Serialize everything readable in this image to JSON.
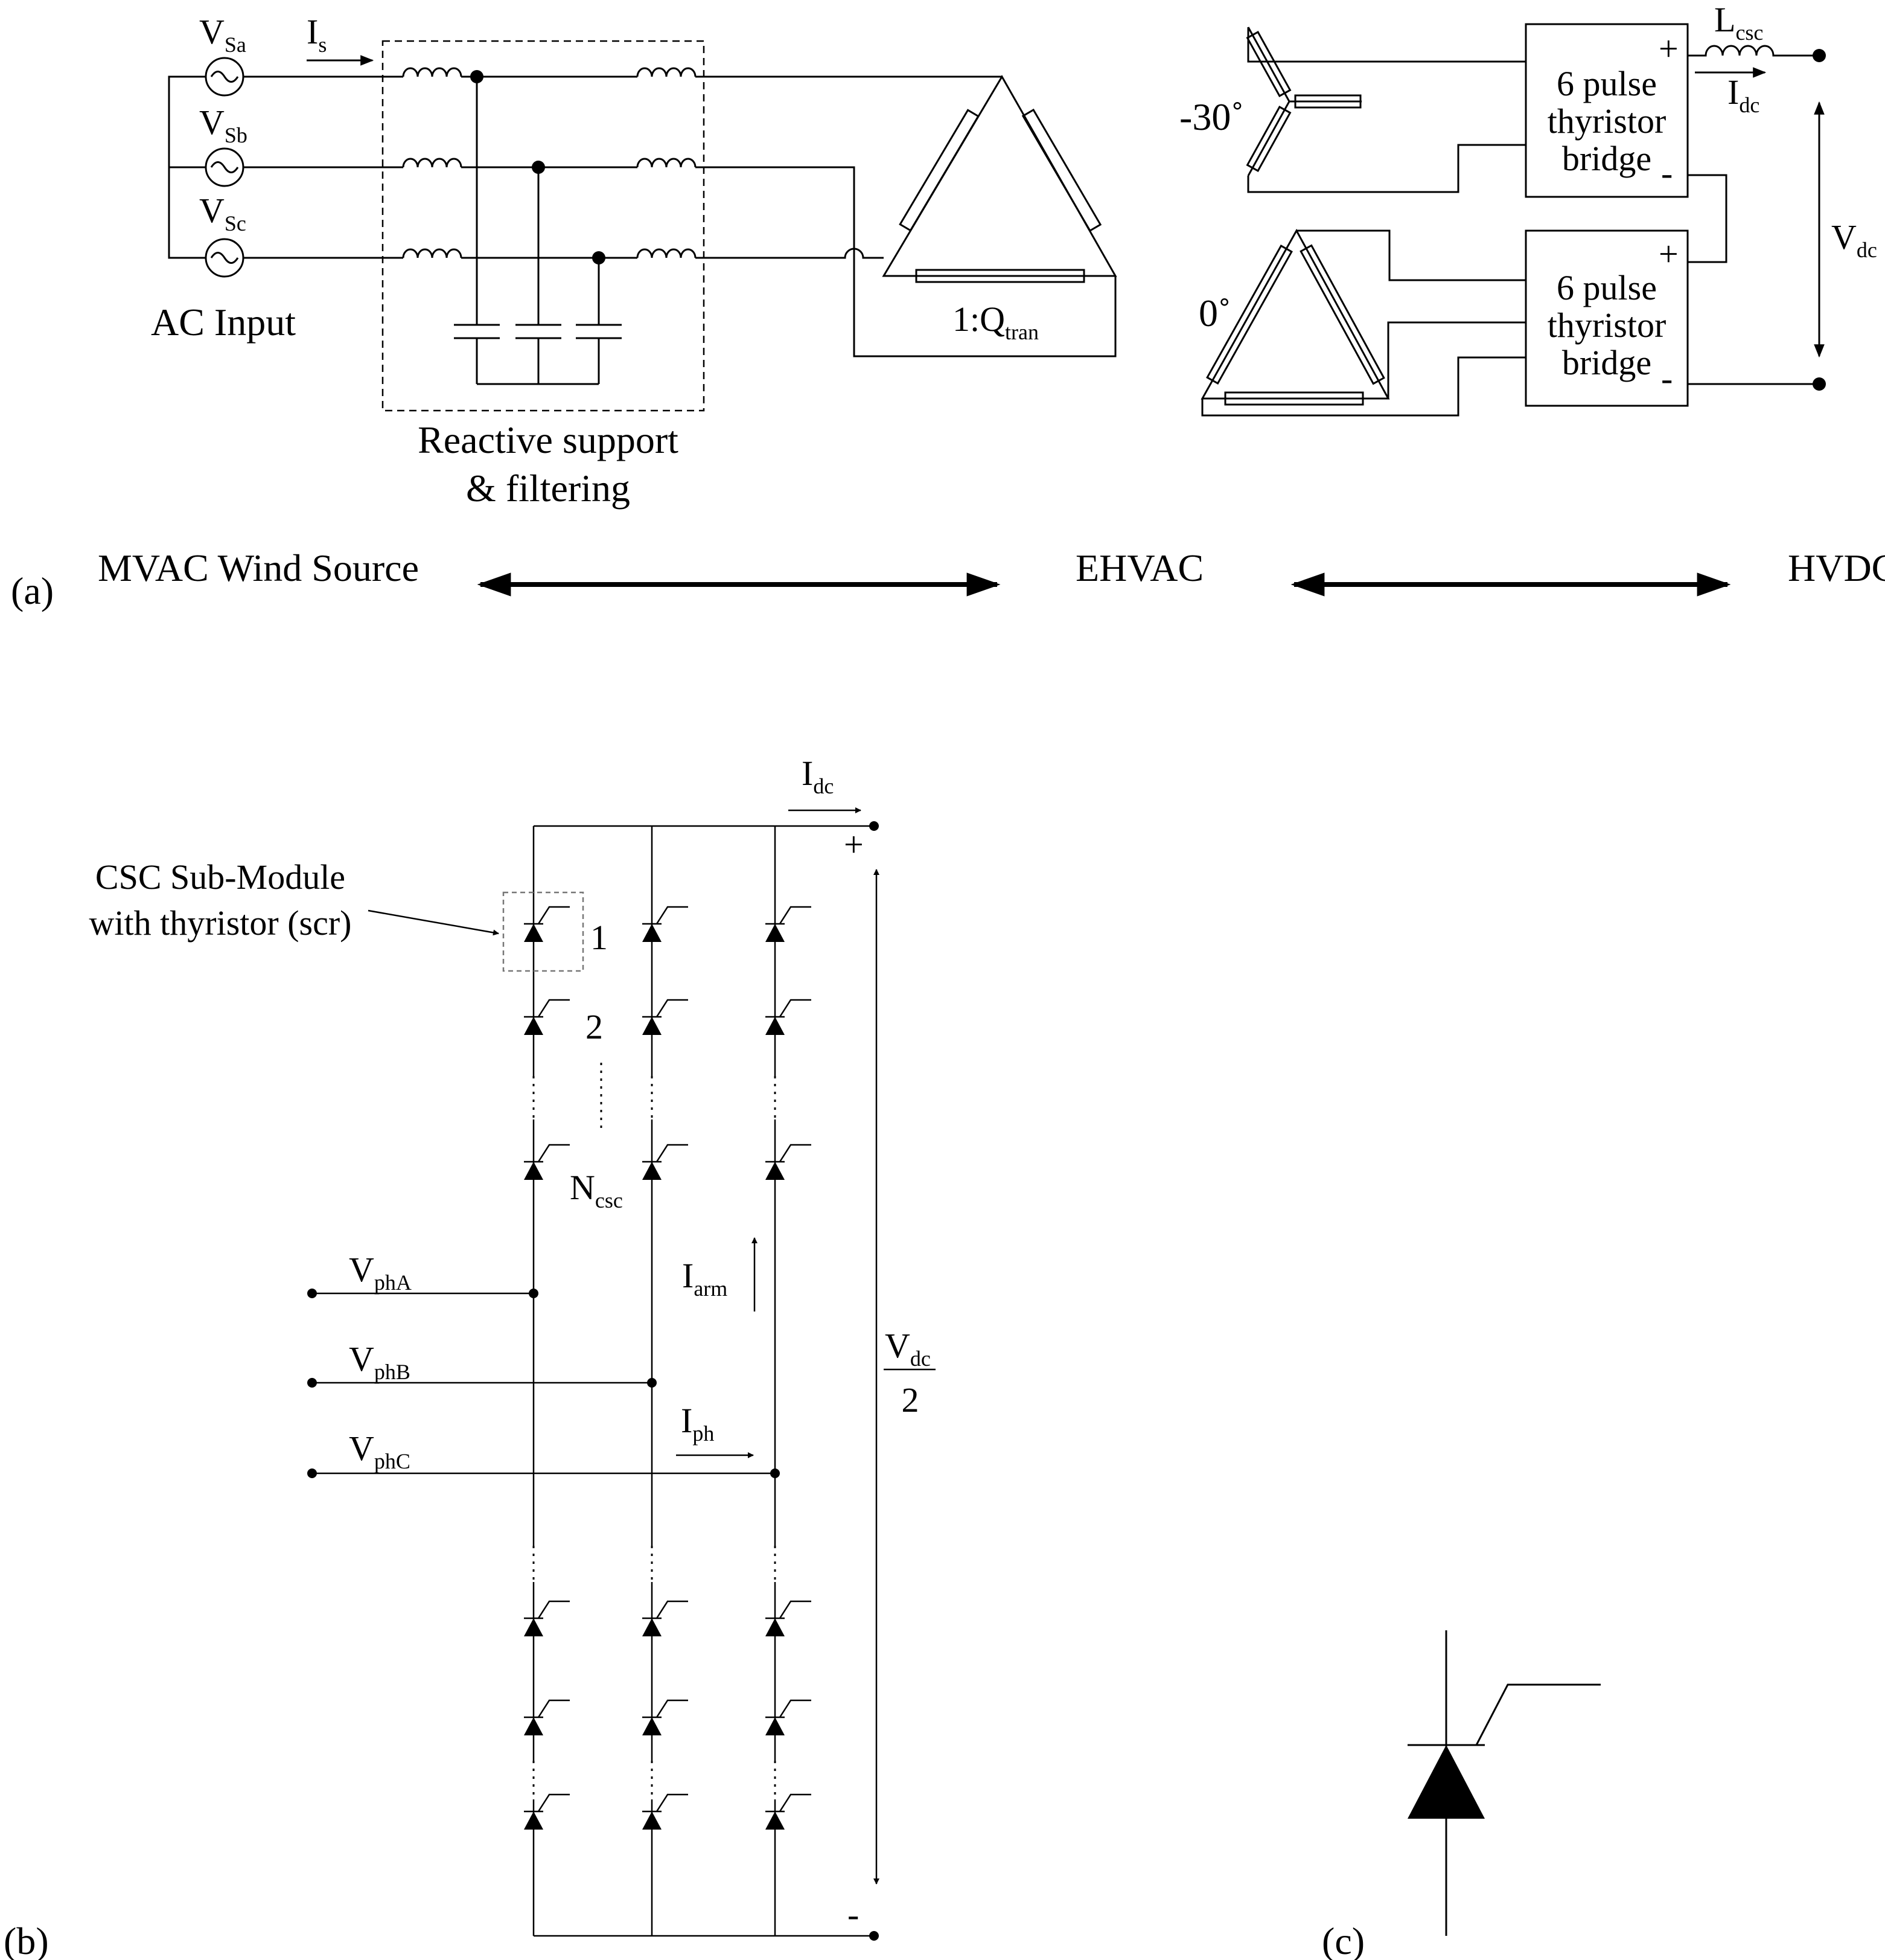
{
  "panel_a": {
    "panel_label": "(a)",
    "sources": [
      {
        "symbol": "V",
        "subscript": "Sa"
      },
      {
        "symbol": "V",
        "subscript": "Sb"
      },
      {
        "symbol": "V",
        "subscript": "Sc"
      }
    ],
    "source_current": {
      "symbol": "I",
      "subscript": "s"
    },
    "ac_input_label": "AC Input",
    "filter_label_line1": "Reactive support",
    "filter_label_line2": "& filtering",
    "transformer_ratio": {
      "prefix": "1:Q",
      "subscript": "tran"
    },
    "secondary_wye_angle": "-30˚",
    "secondary_delta_angle": "0˚",
    "bridge_label_lines": [
      "6 pulse",
      "thyristor",
      "bridge"
    ],
    "bridge_plus": "+",
    "bridge_minus": "-",
    "dc_inductor": {
      "symbol": "L",
      "subscript": "csc"
    },
    "dc_current": {
      "symbol": "I",
      "subscript": "dc"
    },
    "dc_voltage": {
      "symbol": "V",
      "subscript": "dc"
    },
    "domains": [
      "MVAC Wind Source",
      "EHVAC",
      "HVDC"
    ]
  },
  "panel_b": {
    "panel_label": "(b)",
    "dc_current": {
      "symbol": "I",
      "subscript": "dc"
    },
    "plus": "+",
    "minus": "-",
    "submodule_callout_line1": "CSC Sub-Module",
    "submodule_callout_line2": "with thyristor (scr)",
    "module_index_1": "1",
    "module_index_2": "2",
    "module_count": {
      "symbol": "N",
      "subscript": "csc"
    },
    "arm_current": {
      "symbol": "I",
      "subscript": "arm"
    },
    "phase_current": {
      "symbol": "I",
      "subscript": "ph"
    },
    "phase_voltages": [
      {
        "symbol": "V",
        "subscript": "phA"
      },
      {
        "symbol": "V",
        "subscript": "phB"
      },
      {
        "symbol": "V",
        "subscript": "phC"
      }
    ],
    "dc_voltage_fraction": {
      "numerator_symbol": "V",
      "numerator_subscript": "dc",
      "denominator": "2"
    }
  },
  "panel_c": {
    "panel_label": "(c)",
    "symbol": "thyristor"
  }
}
